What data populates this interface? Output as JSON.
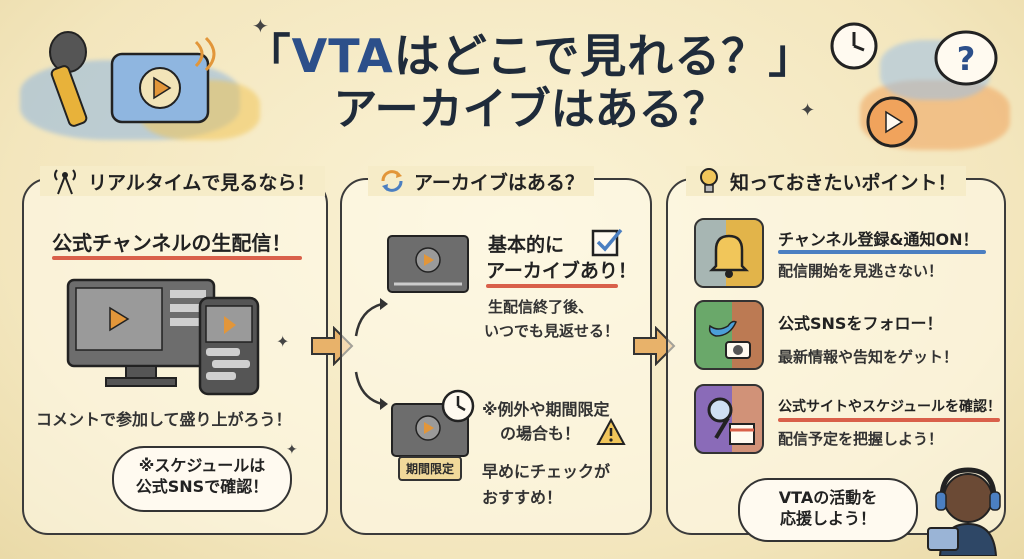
{
  "title": {
    "line1_open": "「",
    "line1_vta": "VTA",
    "line1_rest": "はどこで見れる？」",
    "line2": "アーカイブはある？"
  },
  "left": {
    "heading": "リアルタイムで見るなら！",
    "subheading": "公式チャンネルの生配信！",
    "comment": "コメントで参加して盛り上がろう！",
    "bubble_line1": "※スケジュールは",
    "bubble_line2": "公式SNSで確認！"
  },
  "middle": {
    "heading": "アーカイブはある？",
    "main_line1": "基本的に",
    "main_line2": "アーカイブあり！",
    "sub_line1": "生配信終了後、",
    "sub_line2": "いつでも見返せる！",
    "note_line1": "※例外や期間限定",
    "note_line2": "の場合も！",
    "limited_tag": "期間限定",
    "check_line1": "早めにチェックが",
    "check_line2": "おすすめ！"
  },
  "right": {
    "heading": "知っておきたいポイント！",
    "points": [
      {
        "title": "チャンネル登録&通知ON！",
        "desc": "配信開始を見逃さない！",
        "icon": "bell-icon"
      },
      {
        "title": "公式SNSをフォロー！",
        "desc": "最新情報や告知をゲット！",
        "icon": "bird-camera-icon"
      },
      {
        "title": "公式サイトやスケジュールを確認！",
        "desc": "配信予定を把握しよう！",
        "icon": "magnifier-calendar-icon"
      }
    ],
    "cheer_line1": "VTAの活動を",
    "cheer_line2": "応援しよう！"
  },
  "colors": {
    "accent_blue": "#2c4f8a",
    "underline_red": "#d9604a",
    "underline_blue": "#4b7fc1",
    "point1_bg": "#e2b44a",
    "point2_bg": "#6aa86a",
    "point3_bg": "#8a6bb8"
  }
}
